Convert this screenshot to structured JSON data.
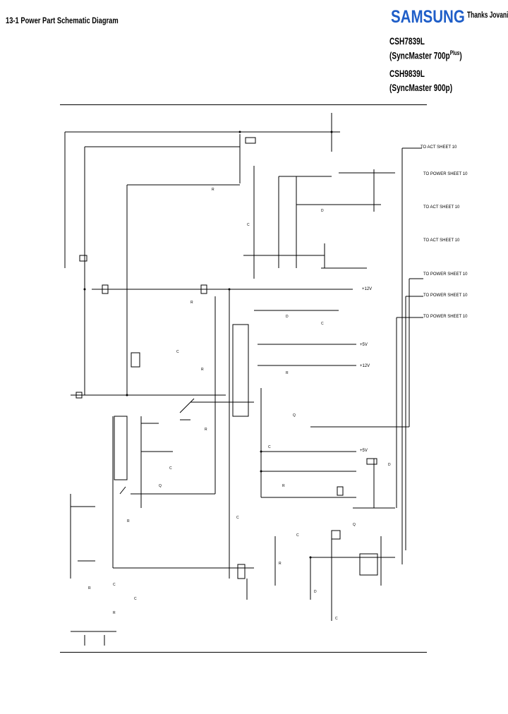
{
  "header": {
    "title": "13-1 Power Part Schematic Diagram",
    "brand": "SAMSUNG",
    "credit": "Thanks Jovani",
    "models": [
      {
        "code": "CSH7839L",
        "name": "(SyncMaster 700p",
        "name_sup": "Plus",
        "name_end": ")"
      },
      {
        "code": "CSH9839L",
        "name": "(SyncMaster 900p)"
      }
    ]
  },
  "colors": {
    "brand": "#1f5ec8",
    "ink": "#000000"
  },
  "offpage": [
    "TO ACT SHEET 10",
    "TO POWER SHEET 10",
    "TO ACT SHEET 10",
    "TO ACT SHEET 10",
    "TO POWER SHEET 10",
    "TO POWER SHEET 10",
    "TO POWER SHEET 10"
  ],
  "nets": [
    "+12V",
    "+5V",
    "+12V",
    "+5V"
  ]
}
